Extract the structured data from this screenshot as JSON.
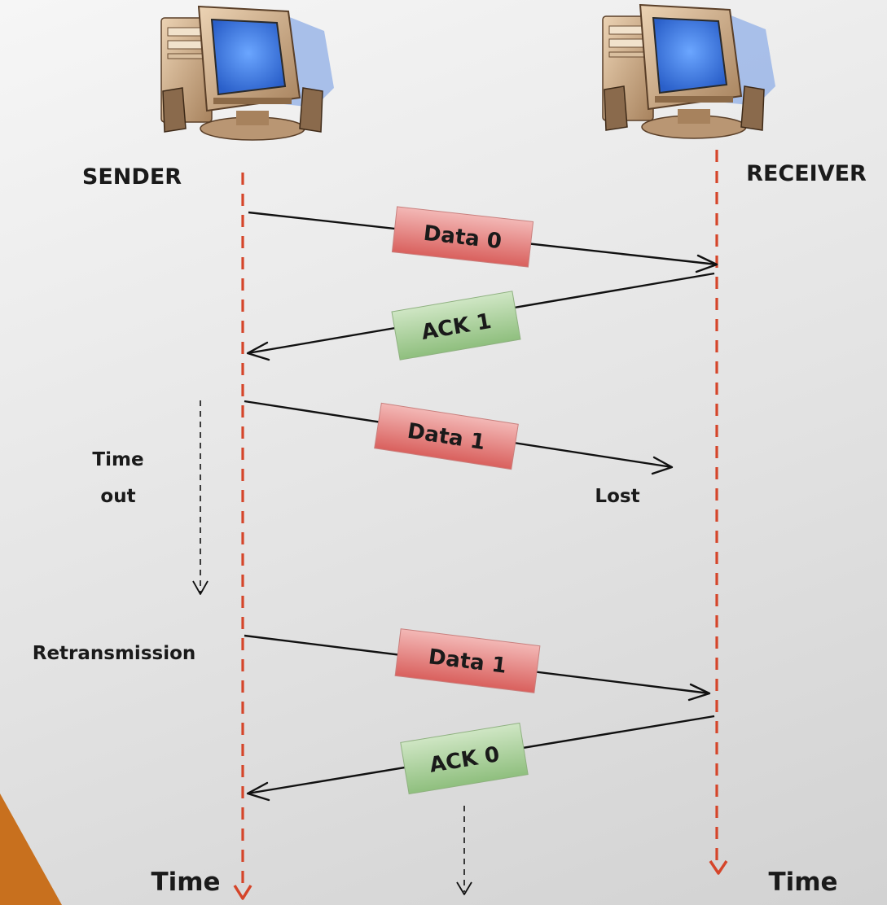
{
  "nodes": {
    "sender": {
      "label": "SENDER"
    },
    "receiver": {
      "label": "RECEIVER"
    }
  },
  "time_labels": {
    "sender": "Time",
    "receiver": "Time"
  },
  "annotations": {
    "timeout_line1": "Time",
    "timeout_line2": "out",
    "lost": "Lost",
    "retransmission": "Retransmission"
  },
  "messages": [
    {
      "label": "Data 0",
      "direction": "sender-to-receiver",
      "kind": "data"
    },
    {
      "label": "ACK 1",
      "direction": "receiver-to-sender",
      "kind": "ack"
    },
    {
      "label": "Data 1",
      "direction": "sender-to-receiver",
      "kind": "data",
      "lost": true
    },
    {
      "label": "Data 1",
      "direction": "sender-to-receiver",
      "kind": "data"
    },
    {
      "label": "ACK 0",
      "direction": "receiver-to-sender",
      "kind": "ack"
    }
  ],
  "colors": {
    "data_packet": "#e07a78",
    "ack_packet": "#a9cf9a",
    "lifeline": "#d5452a",
    "corner_accent": "#c8701e",
    "monitor_screen": "#3f7de8"
  },
  "icons": {
    "computer": "desktop-computer-icon"
  }
}
